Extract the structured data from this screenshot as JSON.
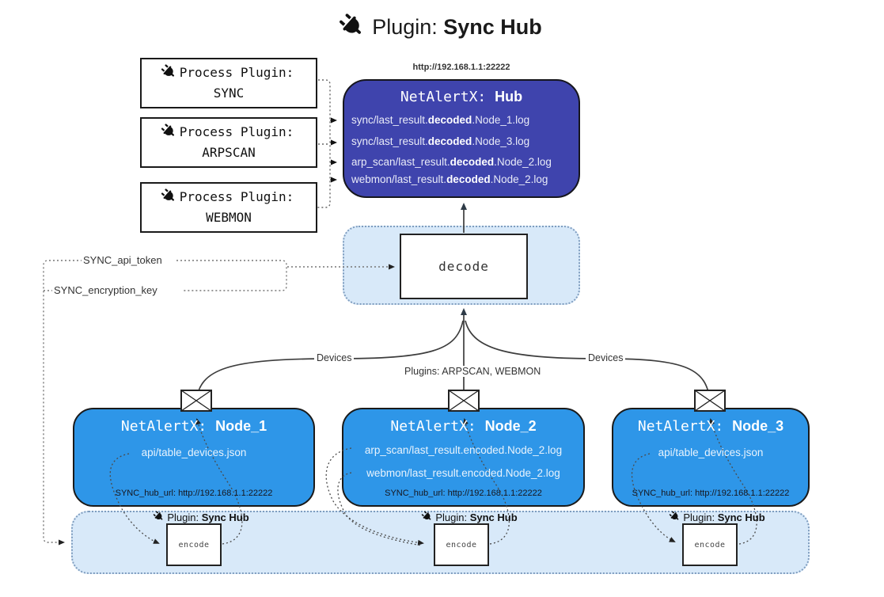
{
  "title": {
    "pre": "Plugin: ",
    "bold": "Sync Hub"
  },
  "process_plugins": [
    {
      "line1": "Process Plugin:",
      "name": "SYNC"
    },
    {
      "line1": "Process Plugin:",
      "name": "ARPSCAN"
    },
    {
      "line1": "Process Plugin:",
      "name": "WEBMON"
    }
  ],
  "hub": {
    "url": "http://192.168.1.1:22222",
    "title_pre": "NetAlertX: ",
    "title_bold": "Hub",
    "lines": [
      {
        "pre": "sync/last_result.",
        "bold": "decoded",
        "post": ".Node_1.log"
      },
      {
        "pre": "sync/last_result.",
        "bold": "decoded",
        "post": ".Node_3.log"
      },
      {
        "pre": "arp_scan/last_result.",
        "bold": "decoded",
        "post": ".Node_2.log"
      },
      {
        "pre": "webmon/last_result.",
        "bold": "decoded",
        "post": ".Node_2.log"
      }
    ]
  },
  "decode": {
    "label": "decode"
  },
  "config": {
    "api_token": "SYNC_api_token",
    "encryption_key": "SYNC_encryption_key"
  },
  "edges": {
    "devices_left": "Devices",
    "devices_right": "Devices",
    "plugins_center": "Plugins: ARPSCAN, WEBMON"
  },
  "nodes": [
    {
      "title_pre": "NetAlertX: ",
      "title_bold": "Node_1",
      "lines": [
        "api/table_devices.json"
      ],
      "hub_url": "SYNC_hub_url: http://192.168.1.1:22222"
    },
    {
      "title_pre": "NetAlertX: ",
      "title_bold": "Node_2",
      "lines": [
        "arp_scan/last_result.encoded.Node_2.log",
        "webmon/last_result.encoded.Node_2.log"
      ],
      "hub_url": "SYNC_hub_url: http://192.168.1.1:22222"
    },
    {
      "title_pre": "NetAlertX: ",
      "title_bold": "Node_3",
      "lines": [
        "api/table_devices.json"
      ],
      "hub_url": "SYNC_hub_url: http://192.168.1.1:22222"
    }
  ],
  "encoders": [
    {
      "label_pre": "Plugin: ",
      "label_bold": "Sync Hub",
      "box": "encode"
    },
    {
      "label_pre": "Plugin: ",
      "label_bold": "Sync Hub",
      "box": "encode"
    },
    {
      "label_pre": "Plugin: ",
      "label_bold": "Sync Hub",
      "box": "encode"
    }
  ],
  "colors": {
    "hub_fill": "#3f44ad",
    "node_fill": "#2e96e8",
    "panel_fill": "#d8e9f9",
    "panel_border": "#7f9dbf",
    "line_dark": "#3d3d3d"
  }
}
